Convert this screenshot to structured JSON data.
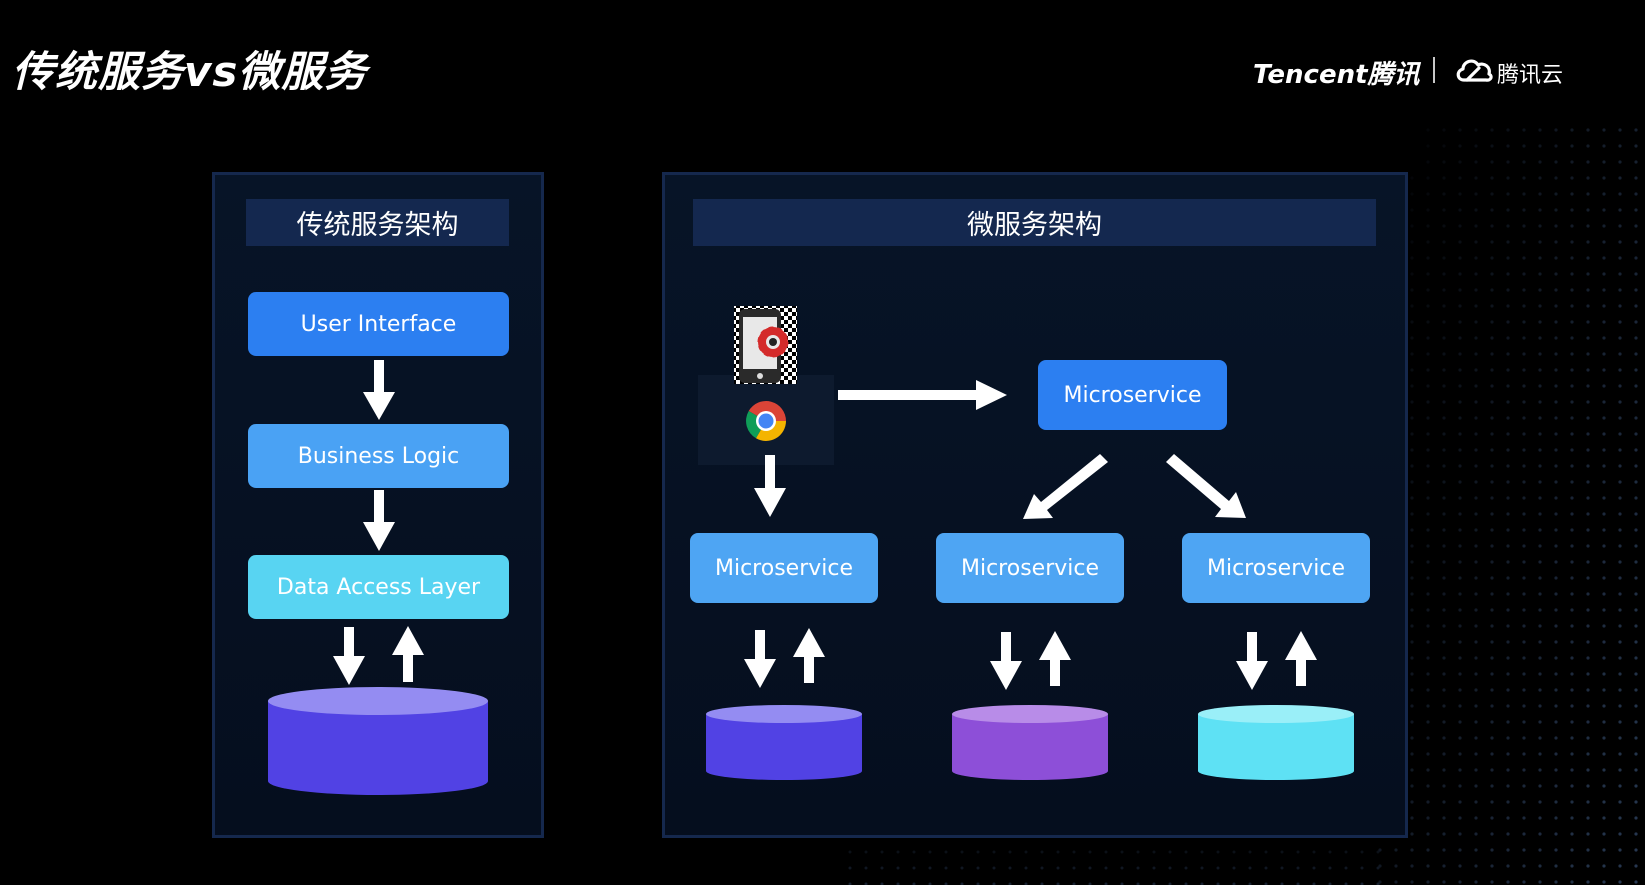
{
  "slide": {
    "title": "传统服务vs微服务"
  },
  "brand": {
    "tencent": "Tencent腾讯",
    "cloud": "腾讯云"
  },
  "colors": {
    "db_blue": "#5142e4",
    "db_blue_top": "#948cf2",
    "db_purple": "#8d4fd8",
    "db_purple_top": "#b88ce8",
    "db_cyan": "#5ee1f4",
    "db_cyan_top": "#9aeff8",
    "ui_blue": "#2c7ff1",
    "logic_blue": "#4aa2f4",
    "data_cyan": "#58d4f2"
  },
  "traditional": {
    "header": "传统服务架构",
    "layers": [
      "User Interface",
      "Business Logic",
      "Data Access Layer"
    ]
  },
  "micro": {
    "header": "微服务架构",
    "top_service": "Microservice",
    "services": [
      "Microservice",
      "Microservice",
      "Microservice"
    ],
    "client_icons": [
      "mobile-settings-icon",
      "chrome-browser-icon"
    ]
  }
}
